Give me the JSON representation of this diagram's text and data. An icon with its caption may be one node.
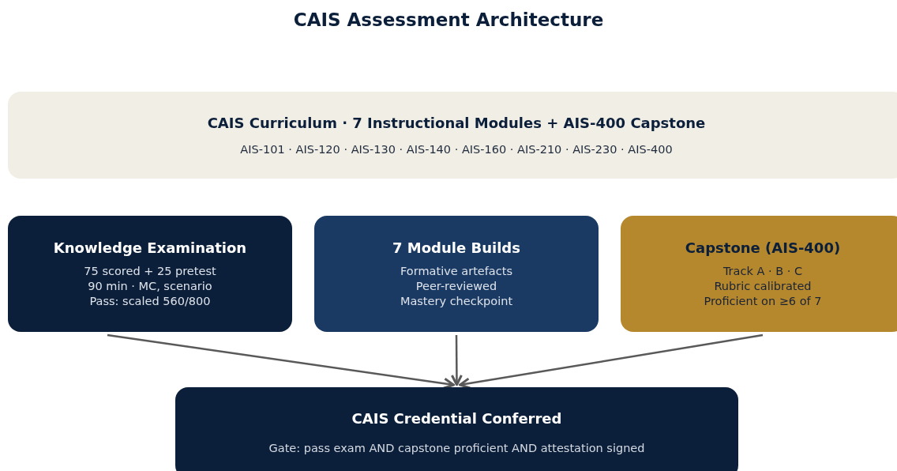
{
  "diagram": {
    "title": "CAIS Assessment Architecture",
    "nodes": [
      {
        "text": [
          "CAIS Curriculum  ·  7 Instructional Modules + AIS-400 Capstone",
          "AIS-101 · AIS-120 · AIS-130 · AIS-140 · AIS-160 · AIS-210 · AIS-230 · AIS-400"
        ]
      },
      {
        "text": [
          "Knowledge Examination",
          "75 scored + 25 pretest",
          "90 min · MC, scenario",
          "Pass: scaled 560/800"
        ]
      },
      {
        "text": [
          "7 Module Builds",
          "Formative artefacts",
          "Peer-reviewed",
          "Mastery checkpoint"
        ]
      },
      {
        "text": [
          "Capstone (AIS-400)",
          "Track A · B · C",
          "Rubric calibrated",
          "Proficient on ≥6 of 7"
        ]
      },
      {
        "text": [
          "CAIS Credential Conferred",
          "Gate: pass exam AND capstone proficient AND attestation signed"
        ]
      }
    ],
    "edges": [
      {
        "from": 1,
        "to": 4,
        "arrow": "to"
      },
      {
        "from": 2,
        "to": 4,
        "arrow": "to"
      },
      {
        "from": 3,
        "to": 4,
        "arrow": "to"
      }
    ]
  }
}
